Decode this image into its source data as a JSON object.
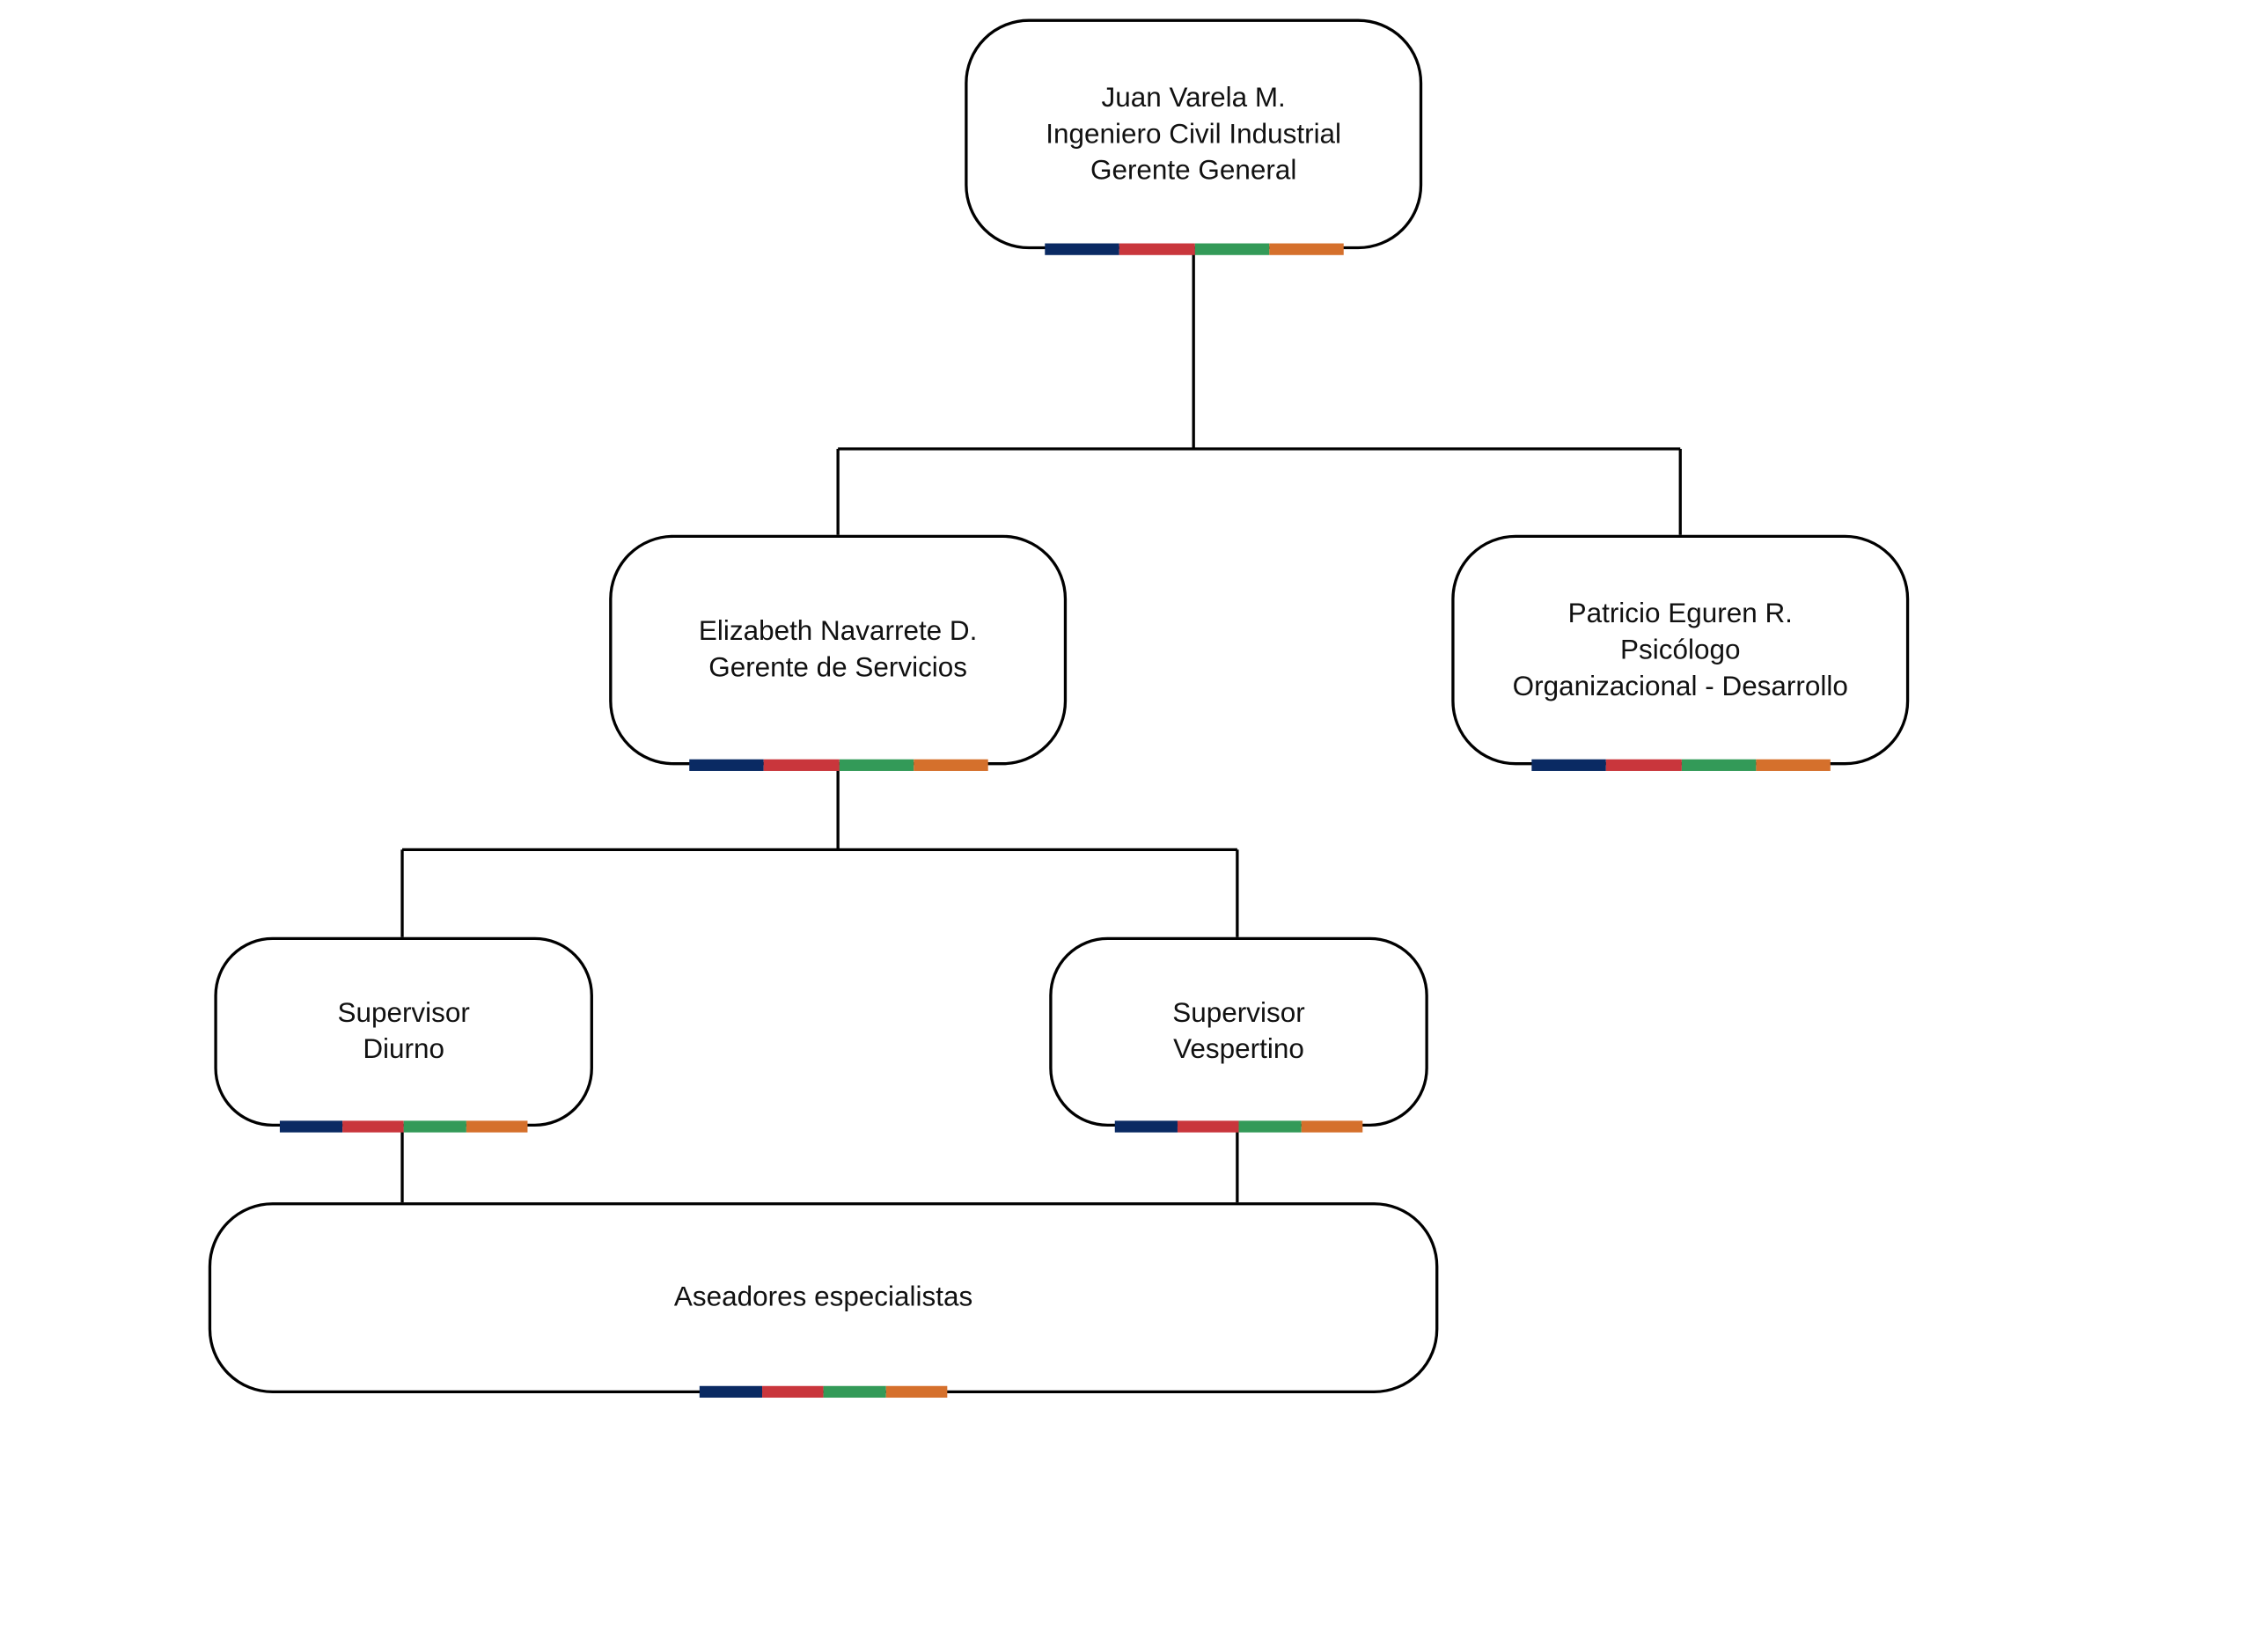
{
  "palette": {
    "stripe": [
      "#0a2a63",
      "#c9363c",
      "#339a58",
      "#d5702c"
    ],
    "line": "#000000",
    "text": "#111111"
  },
  "nodes": {
    "gerente_general": {
      "lines": [
        "Juan Varela M.",
        "Ingeniero Civil Industrial",
        "Gerente General"
      ]
    },
    "gerente_servicios": {
      "lines": [
        "Elizabeth Navarrete D.",
        "Gerente de Servicios"
      ]
    },
    "psicologo": {
      "lines": [
        "Patricio Eguren R.",
        "Psicólogo",
        "Organizacional - Desarrollo"
      ]
    },
    "supervisor_diurno": {
      "lines": [
        "Supervisor",
        "Diurno"
      ]
    },
    "supervisor_vespertino": {
      "lines": [
        "Supervisor",
        "Vespertino"
      ]
    },
    "aseadores": {
      "lines": [
        "Aseadores especialistas"
      ]
    }
  }
}
